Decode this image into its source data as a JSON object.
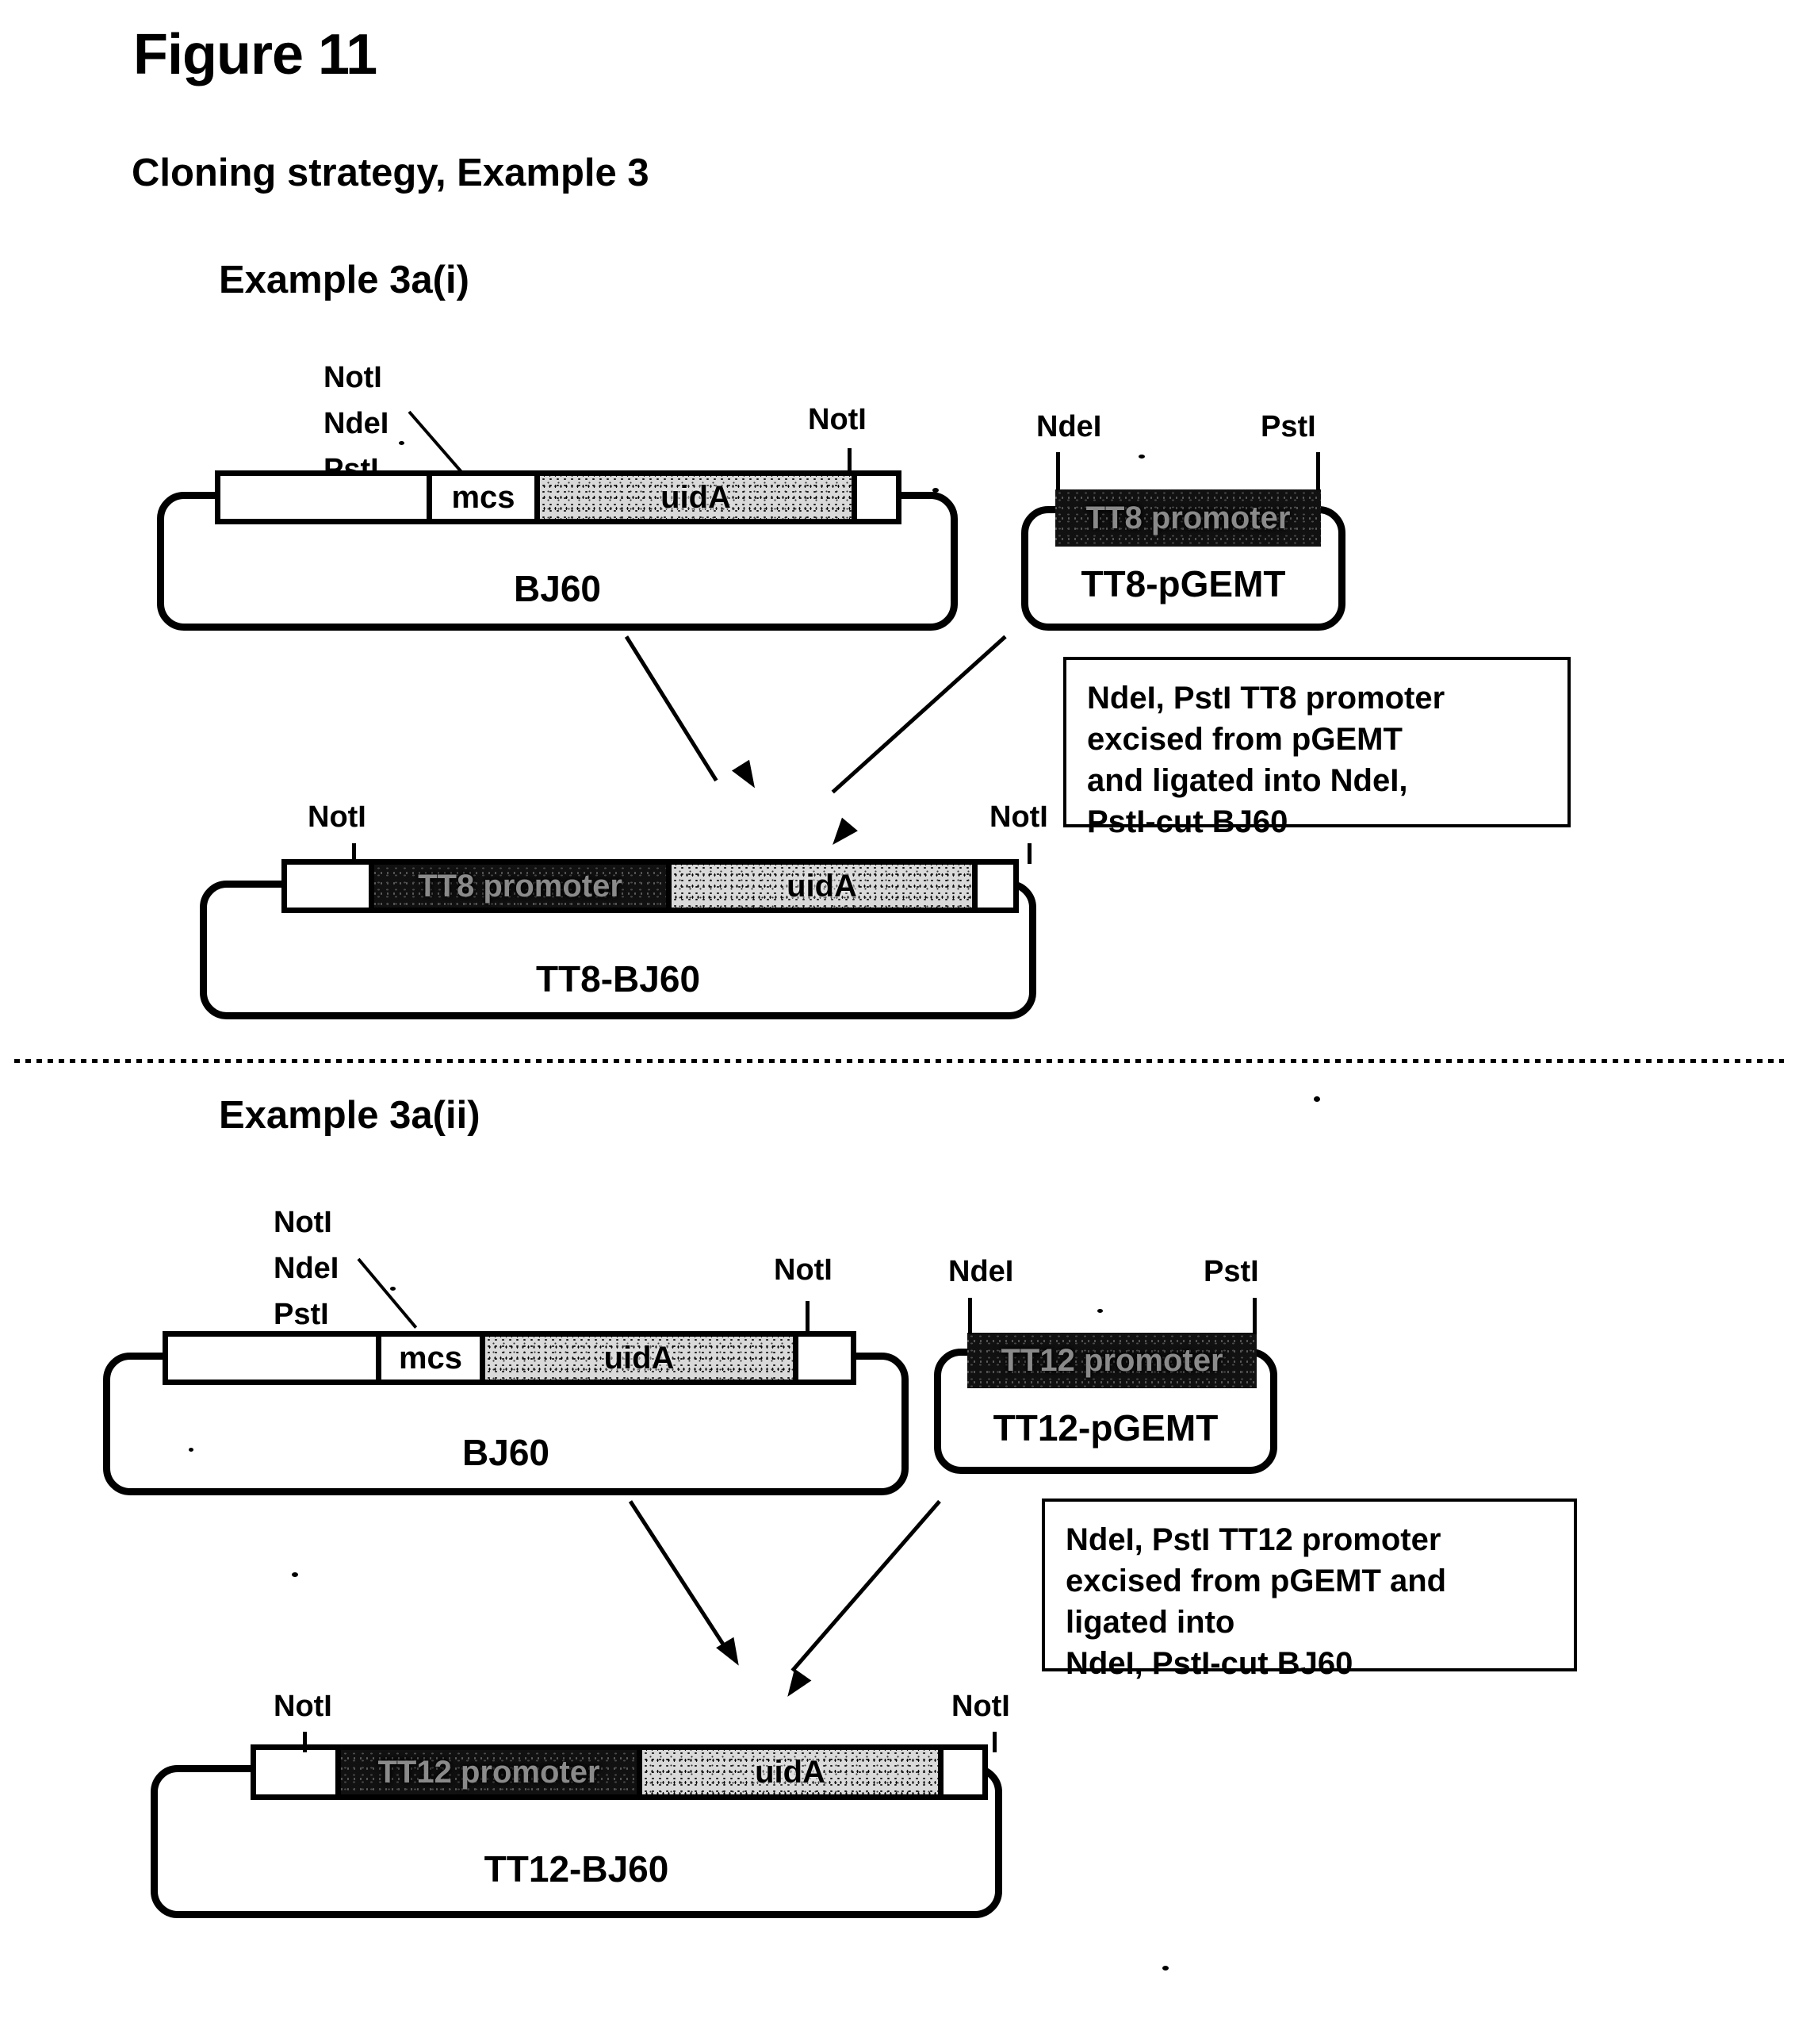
{
  "figure": {
    "title": "Figure 11",
    "subtitle": "Cloning strategy, Example 3"
  },
  "sections": [
    {
      "heading": "Example 3a(i)",
      "source_plasmid": {
        "name": "BJ60",
        "segments": [
          {
            "label": "",
            "fill": "plain"
          },
          {
            "label": "mcs",
            "fill": "plain"
          },
          {
            "label": "uidA",
            "fill": "stipple"
          },
          {
            "label": "",
            "fill": "plain"
          }
        ],
        "left_sites": [
          "NotI",
          "NdeI",
          "PstI"
        ],
        "right_site": "NotI"
      },
      "insert_plasmid": {
        "name": "TT8-pGEMT",
        "segments": [
          {
            "label": "TT8 promoter",
            "fill": "dark"
          }
        ],
        "left_site": "NdeI",
        "right_site": "PstI"
      },
      "note": [
        "NdeI, PstI TT8 promoter",
        "excised from pGEMT",
        "and ligated into NdeI,",
        "PstI-cut BJ60"
      ],
      "product_plasmid": {
        "name": "TT8-BJ60",
        "segments": [
          {
            "label": "",
            "fill": "plain"
          },
          {
            "label": "TT8 promoter",
            "fill": "dark"
          },
          {
            "label": "uidA",
            "fill": "stipple"
          },
          {
            "label": "",
            "fill": "plain"
          }
        ],
        "left_site": "NotI",
        "right_site": "NotI"
      }
    },
    {
      "heading": "Example 3a(ii)",
      "source_plasmid": {
        "name": "BJ60",
        "segments": [
          {
            "label": "",
            "fill": "plain"
          },
          {
            "label": "mcs",
            "fill": "plain"
          },
          {
            "label": "uidA",
            "fill": "stipple"
          },
          {
            "label": "",
            "fill": "plain"
          }
        ],
        "left_sites": [
          "NotI",
          "NdeI",
          "PstI"
        ],
        "right_site": "NotI"
      },
      "insert_plasmid": {
        "name": "TT12-pGEMT",
        "segments": [
          {
            "label": "TT12 promoter",
            "fill": "dark"
          }
        ],
        "left_site": "NdeI",
        "right_site": "PstI"
      },
      "note": [
        "NdeI, PstI TT12 promoter",
        "excised from pGEMT and",
        "ligated into",
        "NdeI, PstI-cut BJ60"
      ],
      "product_plasmid": {
        "name": "TT12-BJ60",
        "segments": [
          {
            "label": "",
            "fill": "plain"
          },
          {
            "label": "TT12 promoter",
            "fill": "dark"
          },
          {
            "label": "uidA",
            "fill": "stipple"
          },
          {
            "label": "",
            "fill": "plain"
          }
        ],
        "left_site": "NotI",
        "right_site": "NotI"
      }
    }
  ],
  "colors": {
    "ink": "#000000",
    "paper": "#ffffff",
    "promoter_fill": "#111111",
    "uida_fill": "#d9d9d9"
  }
}
